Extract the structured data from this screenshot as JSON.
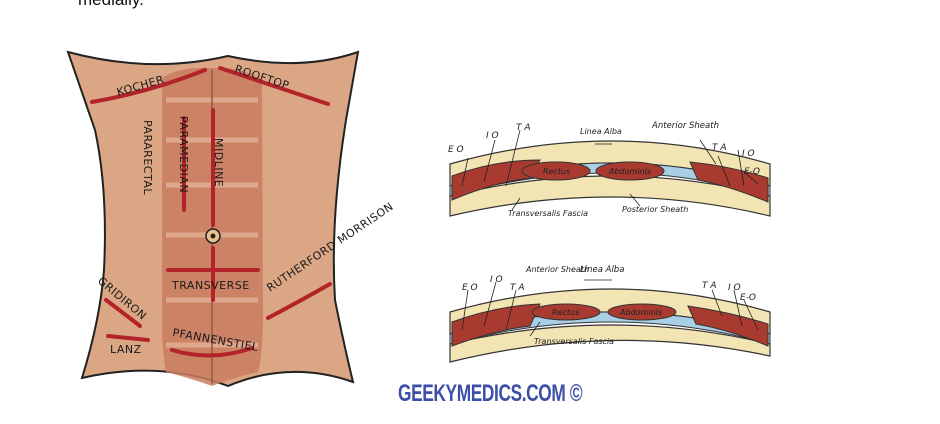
{
  "caption_fragment": "medially.",
  "watermark": "GEEKYMEDICS.COM ©",
  "colors": {
    "skin": "#dba683",
    "incision": "#b3242a",
    "muscle": "#a93a2f",
    "sheath_yellow": "#f3e4b3",
    "fascia_blue": "#a9cfe6",
    "brand_blue": "#3c4ea8"
  },
  "abdomen": {
    "incisions": {
      "kocher": "KOCHER",
      "rooftop": "ROOFTOP",
      "pararectal": "PARARECTAL",
      "paramedian": "PARAMEDIAN",
      "midline": "MIDLINE",
      "transverse": "TRANSVERSE",
      "rutherford_morrison": "RUTHERFORD MORRISON",
      "gridiron": "GRIDIRON",
      "lanz": "LANZ",
      "pfannenstiel": "PFANNENSTIEL"
    }
  },
  "cross_sections": {
    "upper": {
      "eo_left": "E O",
      "io_left": "I O",
      "ta_left": "T A",
      "linea_alba": "Linea Alba",
      "anterior_sheath": "Anterior Sheath",
      "ta_right": "T A",
      "io_right": "I O",
      "eo_right": "E-O",
      "rectus": "Rectus",
      "abdominis": "Abdominis",
      "transversalis_fascia": "Transversalis Fascia",
      "posterior_sheath": "Posterior Sheath"
    },
    "lower": {
      "eo_left": "E O",
      "io_left": "I O",
      "ta_left": "T A",
      "anterior_sheath": "Anterior Sheath",
      "linea_alba": "Linea Alba",
      "ta_right": "T A",
      "io_right": "I O",
      "eo_right": "E-O",
      "rectus": "Rectus",
      "abdominis": "Abdominis",
      "transversalis_fascia": "Transversalis Fascia"
    }
  }
}
